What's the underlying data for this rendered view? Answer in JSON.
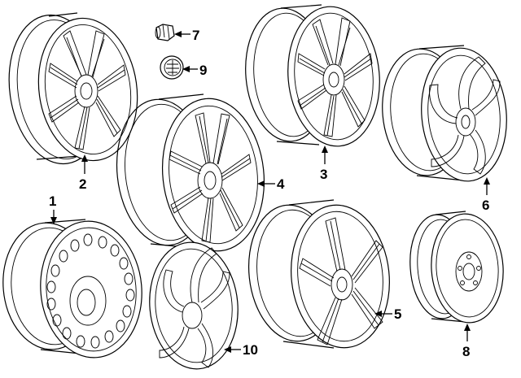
{
  "diagram": {
    "parts": [
      {
        "key": "p1",
        "label": "1",
        "name": "steel wheel"
      },
      {
        "key": "p2",
        "label": "2",
        "name": "alloy wheel split-spoke"
      },
      {
        "key": "p3",
        "label": "3",
        "name": "alloy wheel split-spoke"
      },
      {
        "key": "p4",
        "label": "4",
        "name": "alloy wheel double-spoke"
      },
      {
        "key": "p5",
        "label": "5",
        "name": "alloy wheel five-spoke"
      },
      {
        "key": "p6",
        "label": "6",
        "name": "alloy wheel twisted-spoke"
      },
      {
        "key": "p7",
        "label": "7",
        "name": "lug nut"
      },
      {
        "key": "p8",
        "label": "8",
        "name": "spare wheel"
      },
      {
        "key": "p9",
        "label": "9",
        "name": "center cap"
      },
      {
        "key": "p10",
        "label": "10",
        "name": "wheel cover"
      }
    ],
    "colors": {
      "line": "#000000",
      "background": "#ffffff"
    }
  }
}
